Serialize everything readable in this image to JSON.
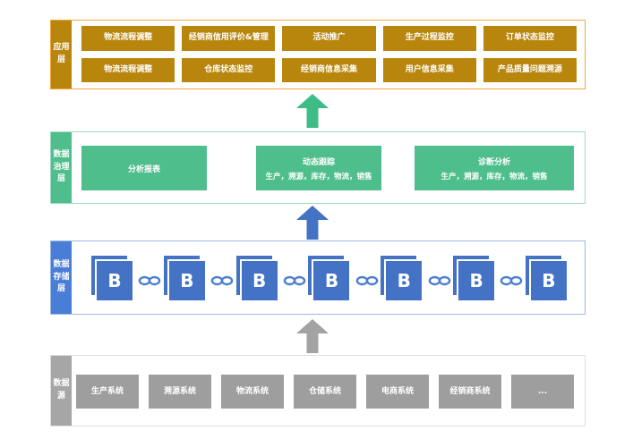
{
  "app_layer": {
    "label": "应用层",
    "row1": [
      "物流流程调整",
      "经销商信用评价&管理",
      "活动推广",
      "生产过程监控",
      "订单状态监控"
    ],
    "row2": [
      "物流流程调整",
      "仓库状态监控",
      "经销商信息采集",
      "用户信息采集",
      "产品质量问题溯源"
    ]
  },
  "governance_layer": {
    "label": "数据治理层",
    "report_box": {
      "title": "分析报表"
    },
    "tracking_box": {
      "title": "动态跟踪",
      "subtitle": "生产，溯源，库存，物流，销售"
    },
    "diagnosis_box": {
      "title": "诊断分析",
      "subtitle": "生产，溯源，库存，物流，销售"
    }
  },
  "storage_layer": {
    "label": "数据存储层",
    "block_letter": "B"
  },
  "source_layer": {
    "label": "数据源",
    "systems": [
      "生产系统",
      "溯源系统",
      "物流系统",
      "仓储系统",
      "电商系统",
      "经销商系统",
      "..."
    ]
  },
  "colors": {
    "app_fill": "#B9860D",
    "app_border": "#F0A63C",
    "gov_fill": "#4EBE8C",
    "gov_border": "#A0DCC0",
    "storage_block": "#4472C4",
    "storage_label": "#4A7ED6",
    "storage_border": "#9DB9E4",
    "chain_stroke": "#4C7FD0",
    "source_fill": "#9E9E9E",
    "source_label": "#A6A6A6",
    "source_border": "#DEDEDE",
    "arrow_green": "#3EBC85",
    "arrow_blue": "#4472C4",
    "arrow_gray": "#A3A3A3"
  }
}
